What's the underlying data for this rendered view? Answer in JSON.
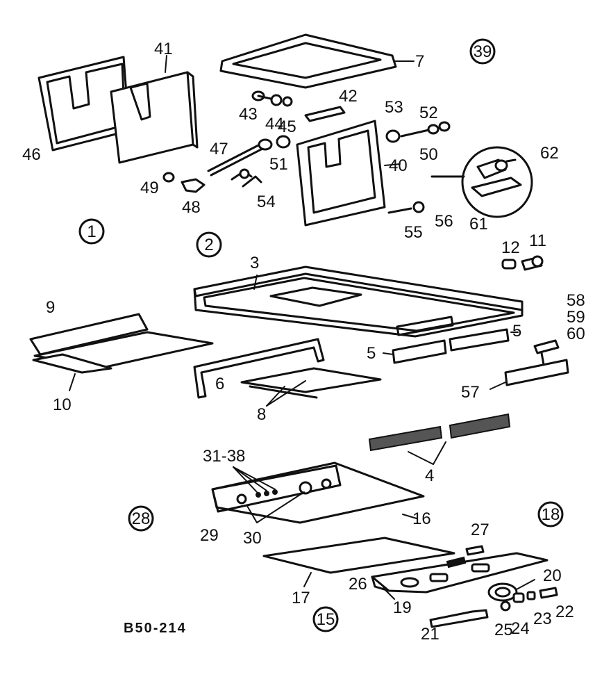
{
  "diagram": {
    "drawing_code": "B50-214",
    "group_numbers": [
      "39",
      "1",
      "2",
      "28",
      "18",
      "15"
    ],
    "part_labels": [
      "41",
      "7",
      "46",
      "43",
      "44",
      "45",
      "42",
      "53",
      "52",
      "47",
      "51",
      "50",
      "40",
      "62",
      "49",
      "48",
      "54",
      "56",
      "55",
      "61",
      "3",
      "12",
      "11",
      "9",
      "58",
      "59",
      "60",
      "5",
      "5",
      "10",
      "6",
      "8",
      "57",
      "31-38",
      "4",
      "28",
      "29",
      "30",
      "16",
      "27",
      "26",
      "17",
      "19",
      "20",
      "21",
      "25",
      "24",
      "23",
      "22"
    ]
  }
}
